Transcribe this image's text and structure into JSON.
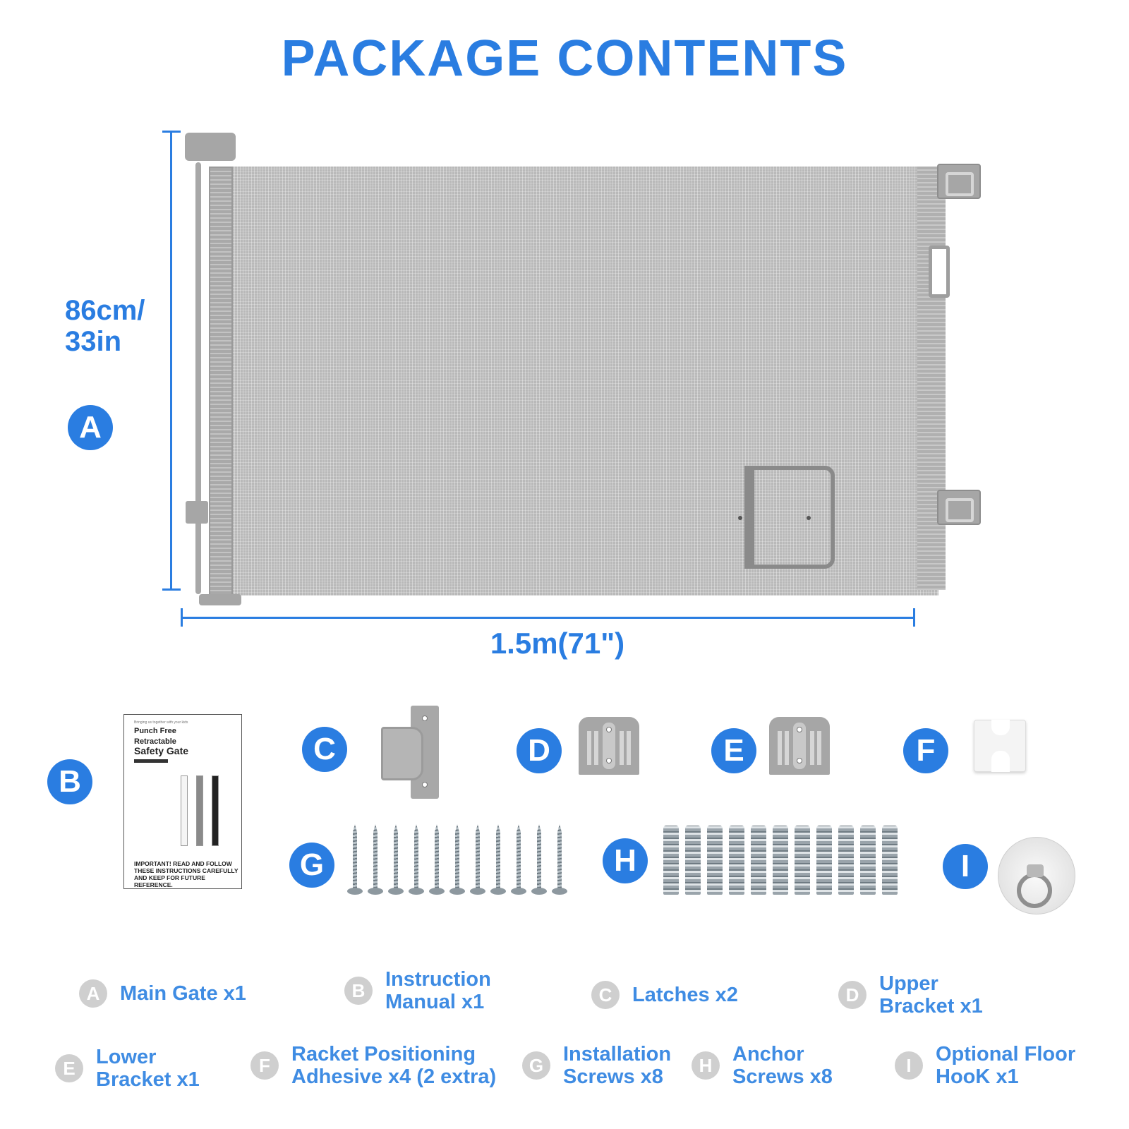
{
  "title": "PACKAGE CONTENTS",
  "dimensions": {
    "height_label": "86cm/\n33in",
    "width_label": "1.5m(71\")"
  },
  "manual": {
    "small_text": "Bringing us together with your kids",
    "title_line1": "Punch Free",
    "title_line2": "Retractable",
    "title_line3": "Safety Gate",
    "warning": "IMPORTANT! READ AND FOLLOW THESE INSTRUCTIONS CAREFULLY AND KEEP FOR FUTURE REFERENCE."
  },
  "badges": {
    "a": "A",
    "b": "B",
    "c": "C",
    "d": "D",
    "e": "E",
    "f": "F",
    "g": "G",
    "h": "H",
    "i": "I"
  },
  "legend": [
    {
      "letter": "A",
      "text": "Main Gate x1"
    },
    {
      "letter": "B",
      "text": "Instruction\nManual x1"
    },
    {
      "letter": "C",
      "text": "Latches x2"
    },
    {
      "letter": "D",
      "text": "Upper\nBracket x1"
    },
    {
      "letter": "E",
      "text": "Lower\nBracket x1"
    },
    {
      "letter": "F",
      "text": "Racket Positioning\nAdhesive x4 (2 extra)"
    },
    {
      "letter": "G",
      "text": "Installation\nScrews x8"
    },
    {
      "letter": "H",
      "text": "Anchor\nScrews x8"
    },
    {
      "letter": "I",
      "text": "Optional Floor\nHooK x1"
    }
  ],
  "colors": {
    "accent": "#2a7de1",
    "legend_text": "#3f8ce3",
    "legend_badge": "#cfcfcf"
  }
}
